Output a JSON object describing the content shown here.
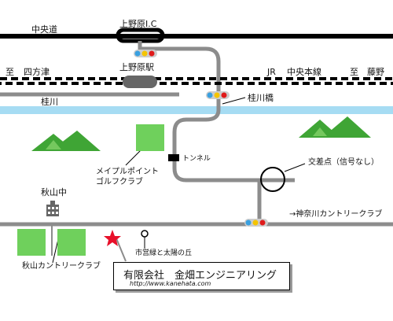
{
  "map": {
    "labels": {
      "chuo_road": "中央道",
      "ueno_ic": "上野原I.C",
      "shiho_left": "至",
      "shihotsu": "四方津",
      "ueno_station": "上野原駅",
      "jr": "JR",
      "chuo_line": "中央本線",
      "shiho_right": "至",
      "fujino": "藤野",
      "katsura_river": "桂川",
      "katsura_bridge": "桂川橋",
      "tunnel": "トンネル",
      "maple_golf": "メイプルポイント\nゴルフクラブ",
      "intersection": "交差点（信号なし）",
      "akiyama_jh": "秋山中",
      "kanagawa_cc": "→神奈川カントリークラブ",
      "akiyama_cc": "秋山カントリークラブ",
      "city_hill": "市営緑と太陽の丘"
    },
    "company": {
      "name": "有限会社　金畑エンジニアリング",
      "url": "http://www.kanehata.com"
    },
    "colors": {
      "road": "#8c8c8c",
      "expressway": "#000000",
      "river": "#a6dcf3",
      "golf": "#6fd05c",
      "mountain": "#3fa535",
      "station": "#666666",
      "marker": "#e8102a"
    }
  }
}
